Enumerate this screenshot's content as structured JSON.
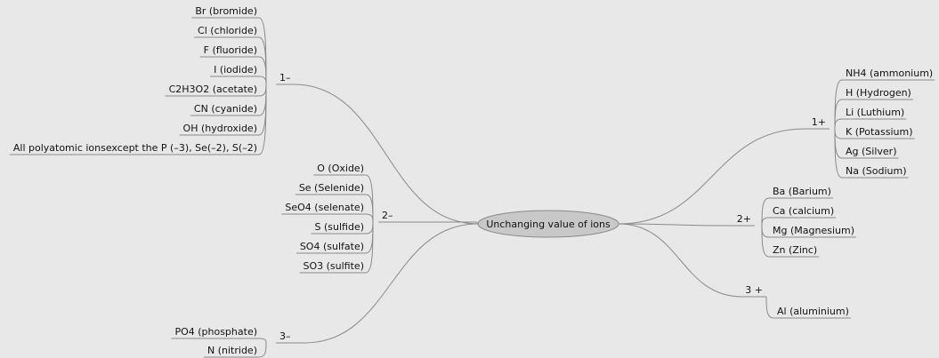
{
  "root": {
    "label": "Unchanging value of ions"
  },
  "branches": [
    {
      "id": "minus1",
      "label": "1–",
      "leaves": [
        "Br (bromide)",
        "Cl (chloride)",
        "F (fluoride)",
        "I (iodide)",
        "C2H3O2 (acetate)",
        "CN (cyanide)",
        "OH (hydroxide)",
        "All polyatomic ionsexcept the P (–3), Se(–2), S(–2)"
      ]
    },
    {
      "id": "minus2",
      "label": "2–",
      "leaves": [
        "O (Oxide)",
        "Se (Selenide)",
        "SeO4 (selenate)",
        "S (sulfide)",
        "SO4 (sulfate)",
        "SO3 (sulfite)"
      ]
    },
    {
      "id": "minus3",
      "label": "3–",
      "leaves": [
        "PO4 (phosphate)",
        "N (nitride)"
      ]
    },
    {
      "id": "plus1",
      "label": "1+",
      "leaves": [
        "NH4 (ammonium)",
        "H (Hydrogen)",
        "Li (Luthium)",
        "K (Potassium)",
        "Ag (Silver)",
        "Na (Sodium)"
      ]
    },
    {
      "id": "plus2",
      "label": "2+",
      "leaves": [
        "Ba (Barium)",
        "Ca (calcium)",
        "Mg (Magnesium)",
        "Zn (Zinc)"
      ]
    },
    {
      "id": "plus3",
      "label": "3 +",
      "leaves": [
        "Al (aluminium)"
      ]
    }
  ]
}
